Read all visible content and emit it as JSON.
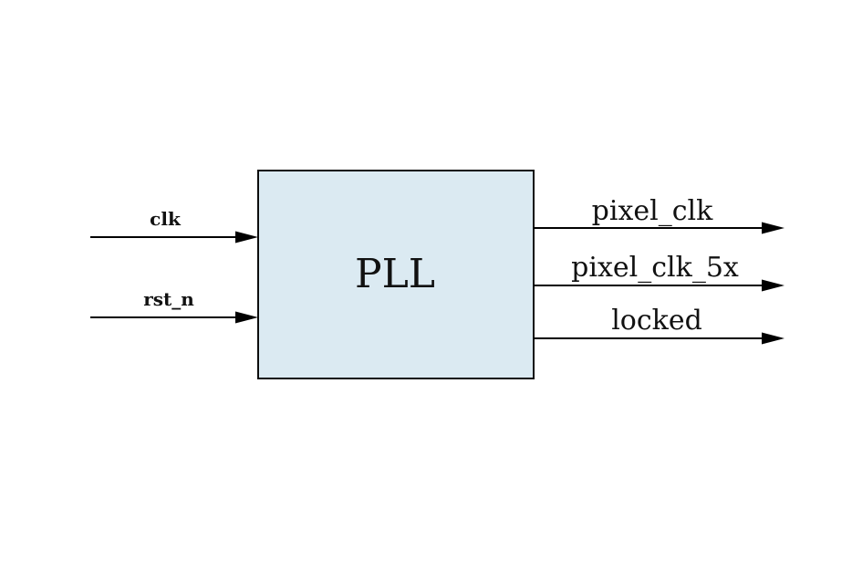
{
  "diagram": {
    "title": "pll-block-diagram",
    "block": {
      "label": "PLL"
    },
    "inputs": [
      {
        "label": "clk"
      },
      {
        "label": "rst_n"
      }
    ],
    "outputs": [
      {
        "label": "pixel_clk"
      },
      {
        "label": "pixel_clk_5x"
      },
      {
        "label": "locked"
      }
    ],
    "colors": {
      "background": "#ffffff",
      "block_fill": "#dbeaf2",
      "block_border": "#0d0d0d",
      "line": "#000000",
      "text": "#111111"
    }
  }
}
